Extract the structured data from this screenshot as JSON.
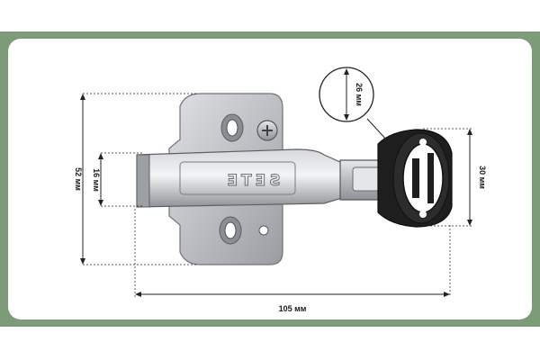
{
  "product": {
    "brand_stamp": "SETE",
    "metal_color": "#b9bcc0",
    "cup_color": "#1e1e1e",
    "frame_color": "#7d9a79"
  },
  "dimensions": {
    "plate_height": "52 мм",
    "arm_height": "16 мм",
    "total_length": "105 мм",
    "cup_depth": "26 мм",
    "cup_diameter": "30 мм"
  }
}
